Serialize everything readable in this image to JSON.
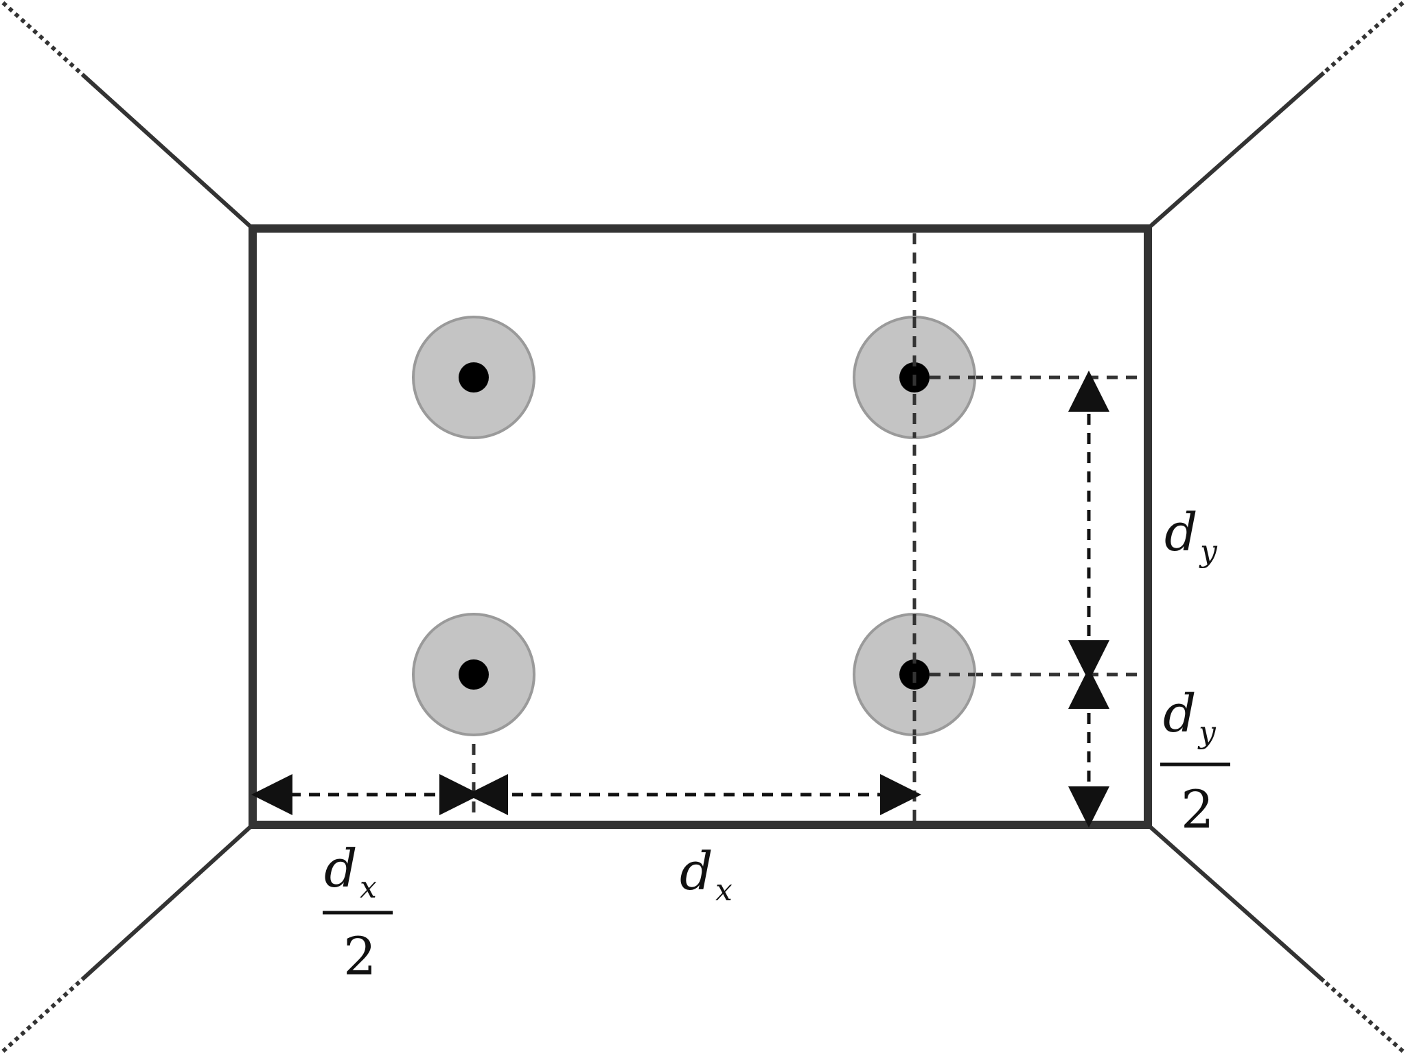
{
  "labels": {
    "dx_main": {
      "var": "d",
      "sub": "x"
    },
    "dx_half": {
      "var": "d",
      "sub": "x",
      "den": "2"
    },
    "dy_main": {
      "var": "d",
      "sub": "y"
    },
    "dy_half": {
      "var": "d",
      "sub": "y",
      "den": "2"
    }
  },
  "colors": {
    "background": "#ffffff",
    "outline": "#333333",
    "halo_fill": "#c4c4c4",
    "halo_stroke": "#9a9a9a",
    "core": "#000000"
  },
  "elements": {
    "nodes": 4,
    "node_icon": "circle-with-dot"
  }
}
